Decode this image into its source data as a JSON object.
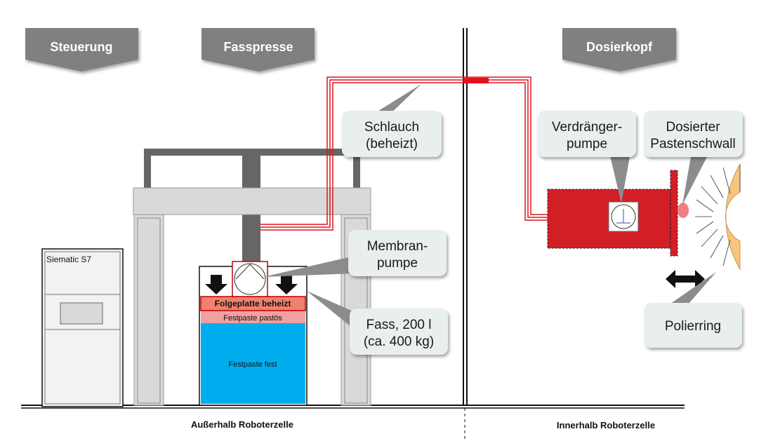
{
  "headers": {
    "steuerung": "Steuerung",
    "fasspresse": "Fasspresse",
    "dosierkopf": "Dosierkopf"
  },
  "labels": {
    "siematic": "Siematic S7",
    "folgeplatte": "Folgeplatte beheizt",
    "festpaste_pastos": "Festpaste pastös",
    "festpaste_fest": "Festpaste fest",
    "zone_outside": "Außerhalb Roboterzelle",
    "zone_inside": "Innerhalb Roboterzelle"
  },
  "callouts": {
    "schlauch": [
      "Schlauch",
      "(beheizt)"
    ],
    "membranpumpe": [
      "Membran-",
      "pumpe"
    ],
    "fass": [
      "Fass, 200 l",
      "(ca. 400 kg)"
    ],
    "verdraengerpumpe": [
      "Verdränger-",
      "pumpe"
    ],
    "pastenschwall": [
      "Dosierter",
      "Pastenschwall"
    ],
    "polierring": [
      "Polierring"
    ]
  },
  "colors": {
    "banner": "#808080",
    "hose": "#e0141e",
    "dosing_head": "#d21f26",
    "liquid_blue": "#00aeef",
    "paste_pink": "#f0a0a0",
    "plate_salmon": "#f08070",
    "polish_ring": "#f8c57c",
    "callout_bg": "#e9eeee",
    "frame_gray": "#d9d9d9",
    "dark_gray": "#666666"
  }
}
